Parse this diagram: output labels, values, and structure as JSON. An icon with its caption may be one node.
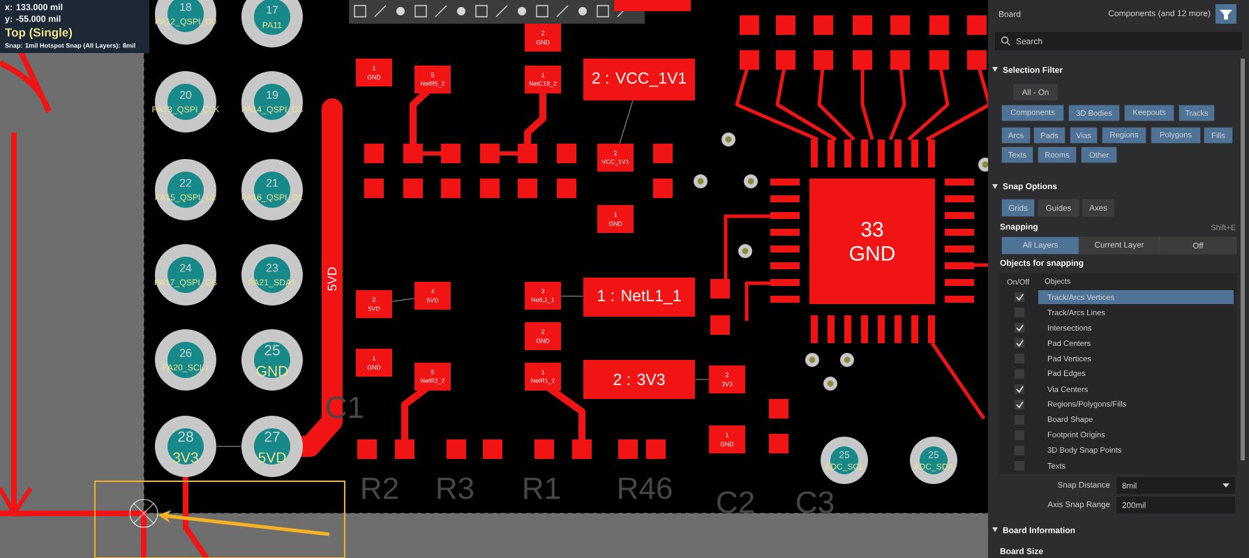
{
  "diagram": {
    "nodes": [
      {
        "text": [
          "18",
          "PA12_QSPI_D0"
        ]
      },
      {
        "text": [
          "17",
          "PA11"
        ]
      },
      {
        "text": [
          "20",
          "PA13_QSPI_CLK"
        ]
      },
      {
        "text": [
          "19",
          "PA14_QSPI_D3"
        ]
      },
      {
        "text": [
          "22",
          "PA15_QSPI_D2"
        ]
      },
      {
        "text": [
          "21",
          "PA16_QSPI_D1"
        ]
      },
      {
        "text": [
          "24",
          "PA17_QSPI_CS"
        ]
      },
      {
        "text": [
          "23",
          "PA21_SDA1"
        ]
      },
      {
        "text": [
          "26",
          "PA20_SCL1"
        ]
      },
      {
        "text": [
          "25",
          "GND"
        ]
      },
      {
        "text": [
          "28",
          "3V3"
        ]
      },
      {
        "text": [
          "27",
          "5VD"
        ]
      },
      {
        "text": [
          "1",
          "GND"
        ]
      },
      {
        "text": [
          "5",
          "NetR5_2"
        ]
      },
      {
        "text": [
          "2",
          "GND"
        ]
      },
      {
        "text": [
          "1",
          "NetC18_2"
        ]
      },
      {
        "text": [
          "2 : VCC_1V1"
        ]
      },
      {
        "text": [
          "2",
          "VCC_1V1"
        ]
      },
      {
        "text": [
          "1",
          "GND"
        ]
      },
      {
        "text": [
          "2",
          "5VD"
        ]
      },
      {
        "text": [
          "4",
          "5VD"
        ]
      },
      {
        "text": [
          "3",
          "NetL1_1"
        ]
      },
      {
        "text": [
          "1 : NetL1_1"
        ]
      },
      {
        "text": [
          "2",
          "GND"
        ]
      },
      {
        "text": [
          "1",
          "GND"
        ]
      },
      {
        "text": [
          "5",
          "NetR2_2"
        ]
      },
      {
        "text": [
          "1",
          "NetR1_2"
        ]
      },
      {
        "text": [
          "2 : 3V3"
        ]
      },
      {
        "text": [
          "2",
          "3V3"
        ]
      },
      {
        "text": [
          "1",
          "GND"
        ]
      },
      {
        "text": [
          "33",
          "GND"
        ]
      },
      {
        "text": [
          "25",
          "ADC_SCL"
        ]
      },
      {
        "text": [
          "25",
          "ADC_SDA"
        ]
      },
      {
        "text": [],
        "shape": "circle"
      },
      {
        "text": [
          "Search"
        ]
      },
      {
        "text": [
          "All - On"
        ]
      },
      {
        "text": [
          "Components"
        ]
      },
      {
        "text": [
          "3D Bodies"
        ]
      },
      {
        "text": [
          "Keepouts"
        ]
      },
      {
        "text": [
          "Tracks"
        ]
      },
      {
        "text": [
          "Arcs"
        ]
      },
      {
        "text": [
          "Pads"
        ]
      },
      {
        "text": [
          "Vias"
        ]
      },
      {
        "text": [
          "Regions"
        ]
      },
      {
        "text": [
          "Polygons"
        ]
      },
      {
        "text": [
          "Fills"
        ]
      },
      {
        "text": [
          "Texts"
        ]
      },
      {
        "text": [
          "Rooms"
        ]
      },
      {
        "text": [
          "Other"
        ]
      },
      {
        "text": [
          "Grids"
        ]
      },
      {
        "text": [
          "Guides"
        ]
      },
      {
        "text": [
          "Axes"
        ]
      },
      {
        "text": [
          "All Layers"
        ]
      },
      {
        "text": [
          "Current Layer"
        ]
      },
      {
        "text": [
          "Off"
        ]
      },
      {
        "text": [
          "8mil"
        ]
      },
      {
        "text": [
          "200mil"
        ]
      }
    ],
    "edges": [
      {
        "from": null,
        "to": 33,
        "arrow": "to",
        "style": "thick",
        "color": "#f5b324"
      },
      {
        "from": 17,
        "to": 16,
        "arrow": "none"
      },
      {
        "from": 19,
        "to": 20,
        "arrow": "none"
      },
      {
        "from": 21,
        "to": 22,
        "arrow": "none"
      },
      {
        "from": 28,
        "to": 27,
        "arrow": "none"
      },
      {
        "from": 10,
        "to": 11,
        "arrow": "none"
      }
    ],
    "labels": [
      "x: 133.000 mil",
      "y: -55.000 mil",
      "Top (Single)",
      "Snap: 1mil Hotspot Snap (All Layers): 8mil",
      "5VD",
      "C1",
      "R2",
      "R3",
      "R1",
      "R46",
      "C2",
      "C3",
      "Board",
      "Components (and 12 more)",
      "Selection Filter",
      "Snap Options",
      "Snapping",
      "Shift+E",
      "Objects for snapping",
      "On/Off",
      "Objects",
      "Track/Arcs Vertices",
      "Track/Arcs Lines",
      "Intersections",
      "Pad Centers",
      "Pad Vertices",
      "Pad Edges",
      "Via Centers",
      "Regions/Polygons/Fills",
      "Board Shape",
      "Footprint Origins",
      "3D Body Snap Points",
      "Texts",
      "Snap Distance",
      "Axis Snap Range",
      "Board Information",
      "Board Size"
    ]
  }
}
